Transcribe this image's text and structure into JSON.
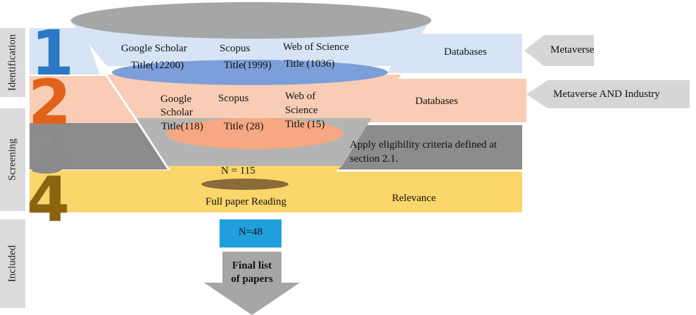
{
  "side_labels": {
    "identification": "Identification",
    "screening": "Screening",
    "included": "Included"
  },
  "step_numbers": [
    "1",
    "2",
    "3",
    "4"
  ],
  "colors": {
    "step1": "#2b78c4",
    "step2": "#e0621a",
    "step3": "#8a8a8a",
    "step4": "#8e6310",
    "band1": "#d6e4f5",
    "band2": "#f9cdb5",
    "band3": "#8c8c8c",
    "band4": "#fbd66a"
  },
  "stage1": {
    "google": {
      "name": "Google Scholar",
      "count": "Title(12200)"
    },
    "scopus": {
      "name": "Scopus",
      "count": "Title(1999)"
    },
    "wos": {
      "name": "Web of Science",
      "count": "Title (1036)"
    },
    "right_label": "Databases",
    "keyword": "Metaverse"
  },
  "stage2": {
    "google": {
      "line1": "Google",
      "line2": "Scholar",
      "count": "Title(118)"
    },
    "scopus": {
      "name": "Scopus",
      "count": "Title (28)"
    },
    "wos": {
      "line1": "Web of",
      "line2": "Science",
      "count": "Title (15)"
    },
    "right_label": "Databases",
    "keyword": "Metaverse AND Industry"
  },
  "stage3": {
    "count": "N = 115",
    "right_line1": "Apply eligibility criteria defined at",
    "right_line2": "section 2.1."
  },
  "stage4": {
    "label": "Full paper Reading",
    "right_label": "Relevance"
  },
  "included": {
    "count": "N=48",
    "final_line1": "Final list",
    "final_line2": "of papers"
  }
}
